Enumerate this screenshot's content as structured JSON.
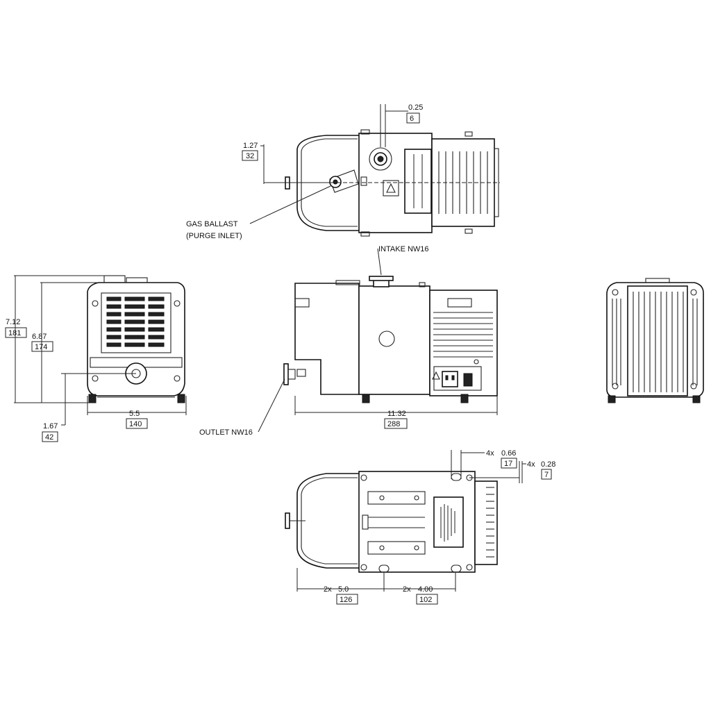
{
  "callouts": {
    "gas_ballast_line1": "GAS BALLAST",
    "gas_ballast_line2": "(PURGE INLET)",
    "intake": "INTAKE NW16",
    "outlet": "OUTLET NW16"
  },
  "dimensions": {
    "top_offset": {
      "inch": "0.25",
      "mm": "6"
    },
    "top_ballast_offset": {
      "inch": "1.27",
      "mm": "32"
    },
    "overall_height": {
      "inch": "7.12",
      "mm": "181"
    },
    "body_height": {
      "inch": "6.87",
      "mm": "174"
    },
    "outlet_height": {
      "inch": "1.67",
      "mm": "42"
    },
    "width": {
      "inch": "5.5",
      "mm": "140"
    },
    "length": {
      "inch": "11.32",
      "mm": "288"
    },
    "foot_hole": {
      "count": "4x",
      "inch": "0.66",
      "mm": "17"
    },
    "foot_slot": {
      "count": "4x",
      "inch": "0.28",
      "mm": "7"
    },
    "foot_spacing_long": {
      "count": "2x",
      "inch": "5.0",
      "mm": "126"
    },
    "foot_spacing_short": {
      "count": "2x",
      "inch": "4.00",
      "mm": "102"
    }
  },
  "icons": [
    "warning-triangle-icon",
    "power-inlet-icon",
    "power-switch-icon",
    "ground-symbol-icon"
  ]
}
